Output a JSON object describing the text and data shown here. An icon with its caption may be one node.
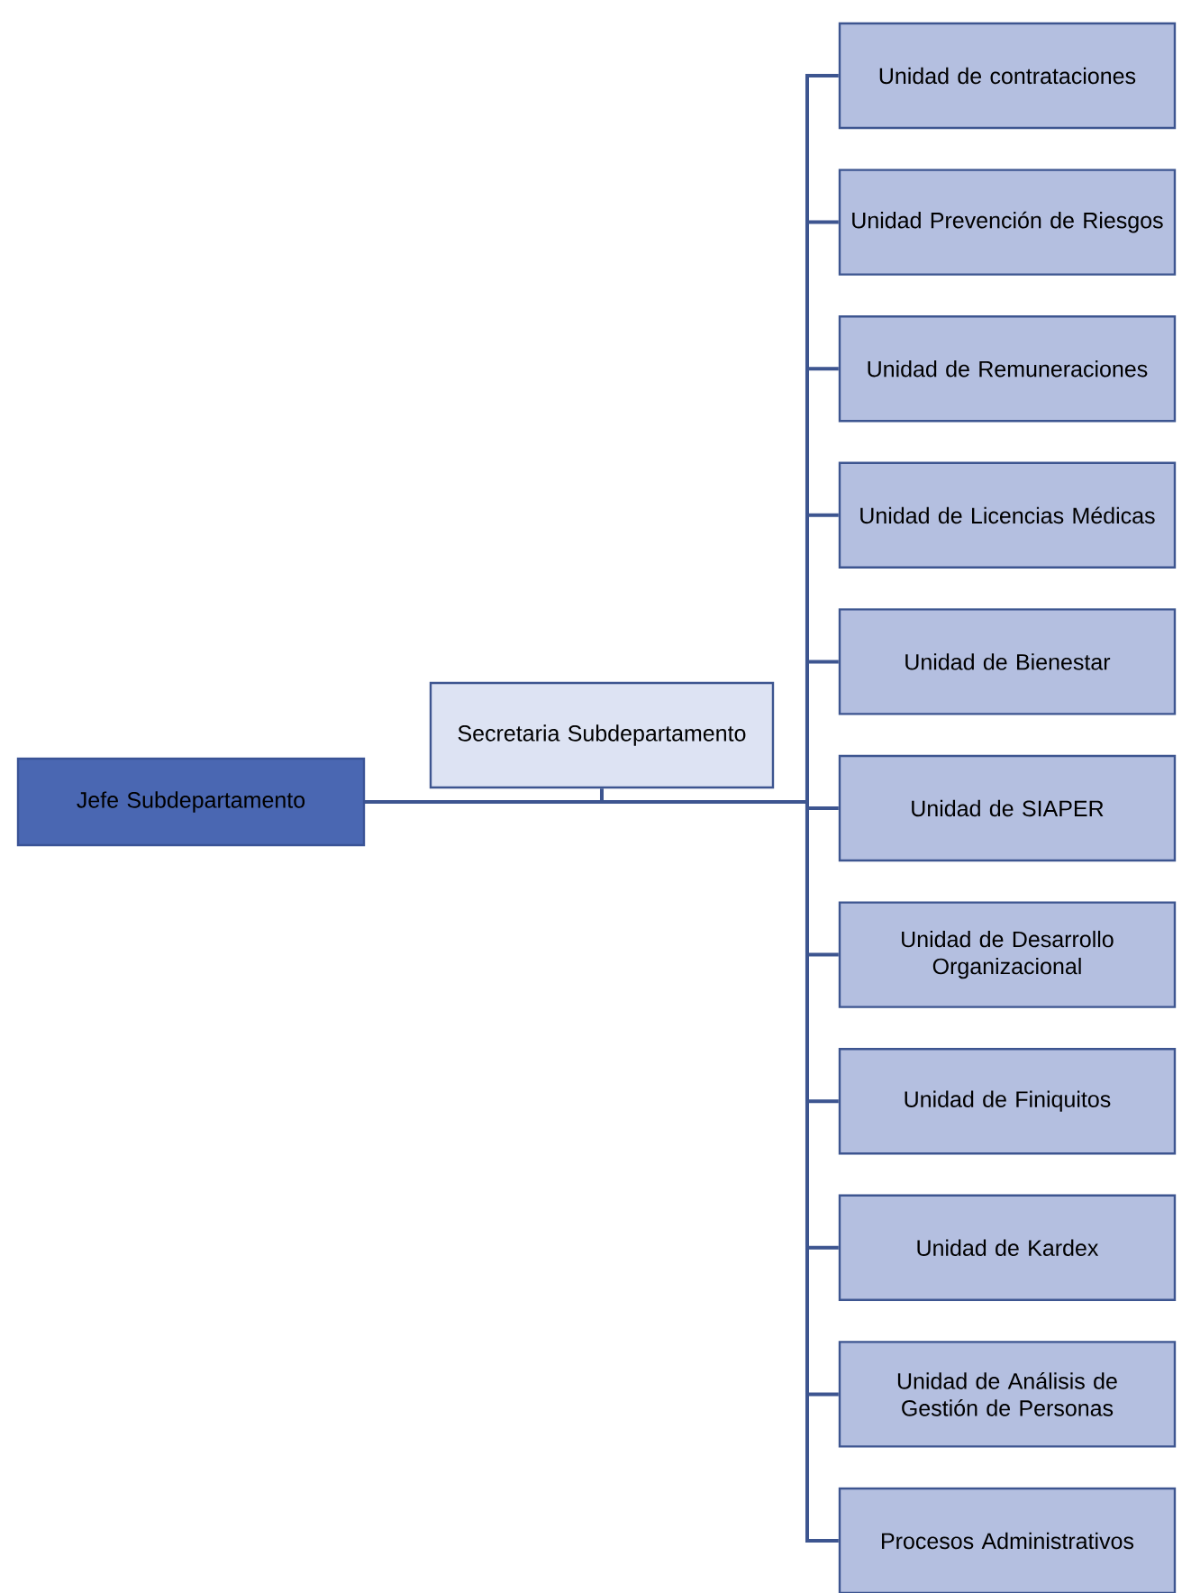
{
  "diagram": {
    "nodes": [
      {
        "text": [
          "Jefe Subdepartamento"
        ]
      },
      {
        "text": [
          "Secretaria Subdepartamento"
        ]
      },
      {
        "text": [
          "Unidad de contrataciones"
        ]
      },
      {
        "text": [
          "Unidad Prevención de Riesgos"
        ]
      },
      {
        "text": [
          "Unidad de Remuneraciones"
        ]
      },
      {
        "text": [
          "Unidad de Licencias Médicas"
        ]
      },
      {
        "text": [
          "Unidad de Bienestar"
        ]
      },
      {
        "text": [
          "Unidad de SIAPER"
        ]
      },
      {
        "text": [
          "Unidad de Desarrollo Organizacional"
        ]
      },
      {
        "text": [
          "Unidad de Finiquitos"
        ]
      },
      {
        "text": [
          "Unidad de Kardex"
        ]
      },
      {
        "text": [
          "Unidad de Análisis de Gestión de Personas"
        ]
      },
      {
        "text": [
          "Procesos Administrativos"
        ]
      }
    ],
    "edges": [
      {
        "from": 0,
        "to": 1,
        "arrow": "none"
      },
      {
        "from": 0,
        "to": 2,
        "arrow": "none"
      },
      {
        "from": 0,
        "to": 3,
        "arrow": "none"
      },
      {
        "from": 0,
        "to": 4,
        "arrow": "none"
      },
      {
        "from": 0,
        "to": 5,
        "arrow": "none"
      },
      {
        "from": 0,
        "to": 6,
        "arrow": "none"
      },
      {
        "from": 0,
        "to": 7,
        "arrow": "none"
      },
      {
        "from": 0,
        "to": 8,
        "arrow": "none"
      },
      {
        "from": 0,
        "to": 9,
        "arrow": "none"
      },
      {
        "from": 0,
        "to": 10,
        "arrow": "none"
      },
      {
        "from": 0,
        "to": 11,
        "arrow": "none"
      },
      {
        "from": 0,
        "to": 12,
        "arrow": "none"
      }
    ]
  }
}
